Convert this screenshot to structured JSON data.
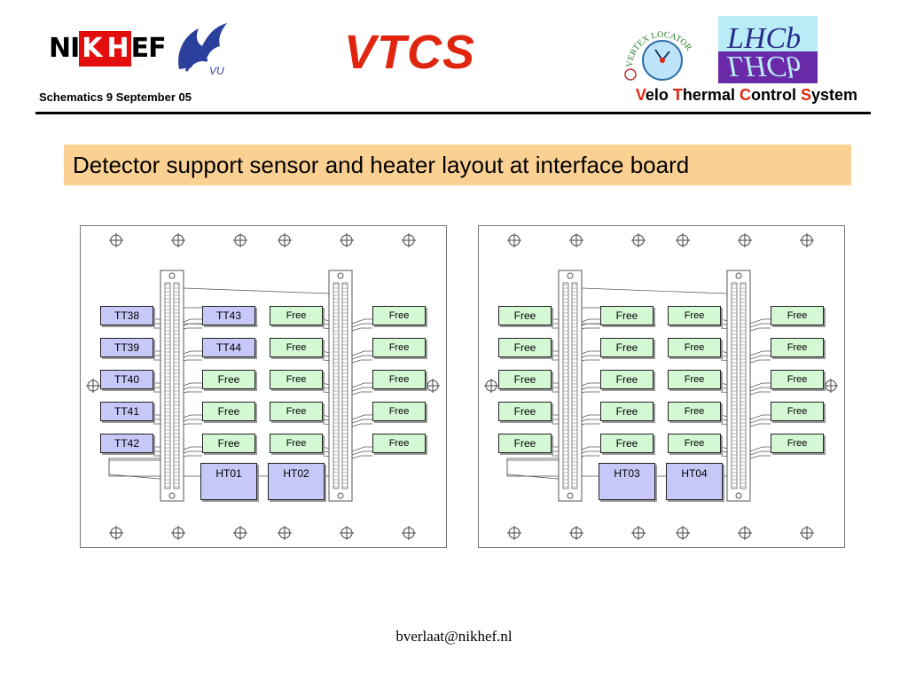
{
  "header": {
    "nikhef_logo": {
      "part1": "NI",
      "part2": "K",
      "part3": "H",
      "part4": "EF"
    },
    "vu_logo": {
      "text": "VU"
    },
    "title": "VTCS",
    "velo_logo": {
      "arc_text": "VERTEX LOCATOR"
    },
    "lhcb_logo": {
      "text": "LHCb"
    },
    "date": "Schematics 9 September 05",
    "system": {
      "w1_cap": "V",
      "w1_rest": "elo ",
      "w2_cap": "T",
      "w2_rest": "hermal ",
      "w3_cap": "C",
      "w3_rest": "ontrol ",
      "w4_cap": "S",
      "w4_rest": "ystem"
    }
  },
  "heading": "Detector support sensor and heater layout at interface board",
  "colors": {
    "accent_red": "#e0250f",
    "heading_bg": "#fbd193",
    "label_blue": "#c8c8f8",
    "label_green": "#d4f8d4"
  },
  "boards": [
    {
      "col1": [
        "TT38",
        "TT39",
        "TT40",
        "TT41",
        "TT42"
      ],
      "col2": [
        "TT43",
        "TT44",
        "Free",
        "Free",
        "Free"
      ],
      "col3": [
        "Free",
        "Free",
        "Free",
        "Free",
        "Free"
      ],
      "col4": [
        "Free",
        "Free",
        "Free",
        "Free",
        "Free"
      ],
      "heaters": [
        "HT01",
        "HT02"
      ]
    },
    {
      "col1": [
        "Free",
        "Free",
        "Free",
        "Free",
        "Free"
      ],
      "col2": [
        "Free",
        "Free",
        "Free",
        "Free",
        "Free"
      ],
      "col3": [
        "Free",
        "Free",
        "Free",
        "Free",
        "Free"
      ],
      "col4": [
        "Free",
        "Free",
        "Free",
        "Free",
        "Free"
      ],
      "heaters": [
        "HT03",
        "HT04"
      ]
    }
  ],
  "footer": {
    "email": "bverlaat@nikhef.nl"
  }
}
